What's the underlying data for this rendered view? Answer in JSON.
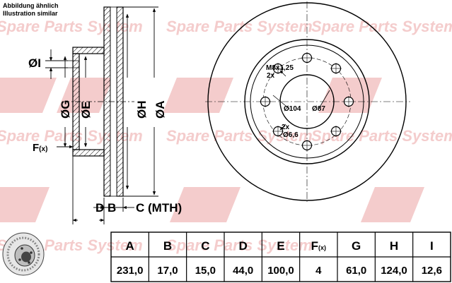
{
  "notes": {
    "line1": "Abbildung ähnlich",
    "line2": "Illustration similar"
  },
  "watermark": {
    "text": "Spare Parts System",
    "color": "#f3c7c7"
  },
  "side_view": {
    "labels": {
      "I": "ØI",
      "G": "ØG",
      "E": "ØE",
      "H": "ØH",
      "A": "ØA",
      "F": "F",
      "F_suffix": "(x)",
      "D": "D",
      "B": "B",
      "C": "C (MTH)"
    }
  },
  "front_view": {
    "bolt_label": "M8x1,25",
    "bolt_count": "2x",
    "hole_label": "Ø6,6",
    "hole_count": "2x",
    "pcd_label": "Ø104",
    "center_label": "Ø87"
  },
  "table": {
    "headers": [
      "A",
      "B",
      "C",
      "D",
      "E",
      "F",
      "G",
      "H",
      "I"
    ],
    "header_suffix_F": "(x)",
    "values": [
      "231,0",
      "17,0",
      "15,0",
      "44,0",
      "100,0",
      "4",
      "61,0",
      "124,0",
      "12,6"
    ]
  }
}
